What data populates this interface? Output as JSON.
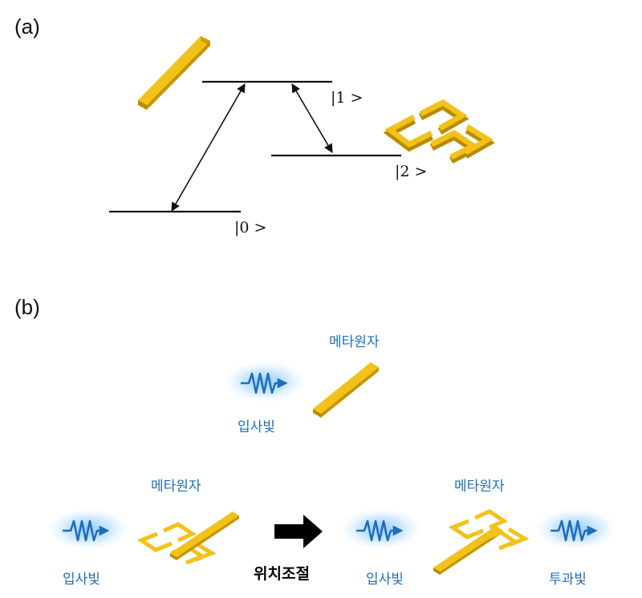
{
  "panel_a": {
    "label": "(a)",
    "states": [
      "|1 >",
      "|2 >",
      "|0 >"
    ]
  },
  "panel_b": {
    "label": "(b)",
    "top": {
      "meta_atom_label": "메타원자",
      "incident_label": "입사빛"
    },
    "bottom_left": {
      "meta_atom_label": "메타원자",
      "incident_label": "입사빛"
    },
    "action_label": "위치조절",
    "bottom_right": {
      "meta_atom_label": "메타원자",
      "incident_label": "입사빛",
      "transmitted_label": "투과빛"
    }
  },
  "colors": {
    "gold": "#f3c21a",
    "gold_dark": "#b88a00",
    "wave_blue": "#1f6fb8",
    "glow_blue": "#5fb0f5"
  },
  "icons": {
    "wave": "wave-arrow-icon",
    "arrow": "right-arrow-icon"
  }
}
